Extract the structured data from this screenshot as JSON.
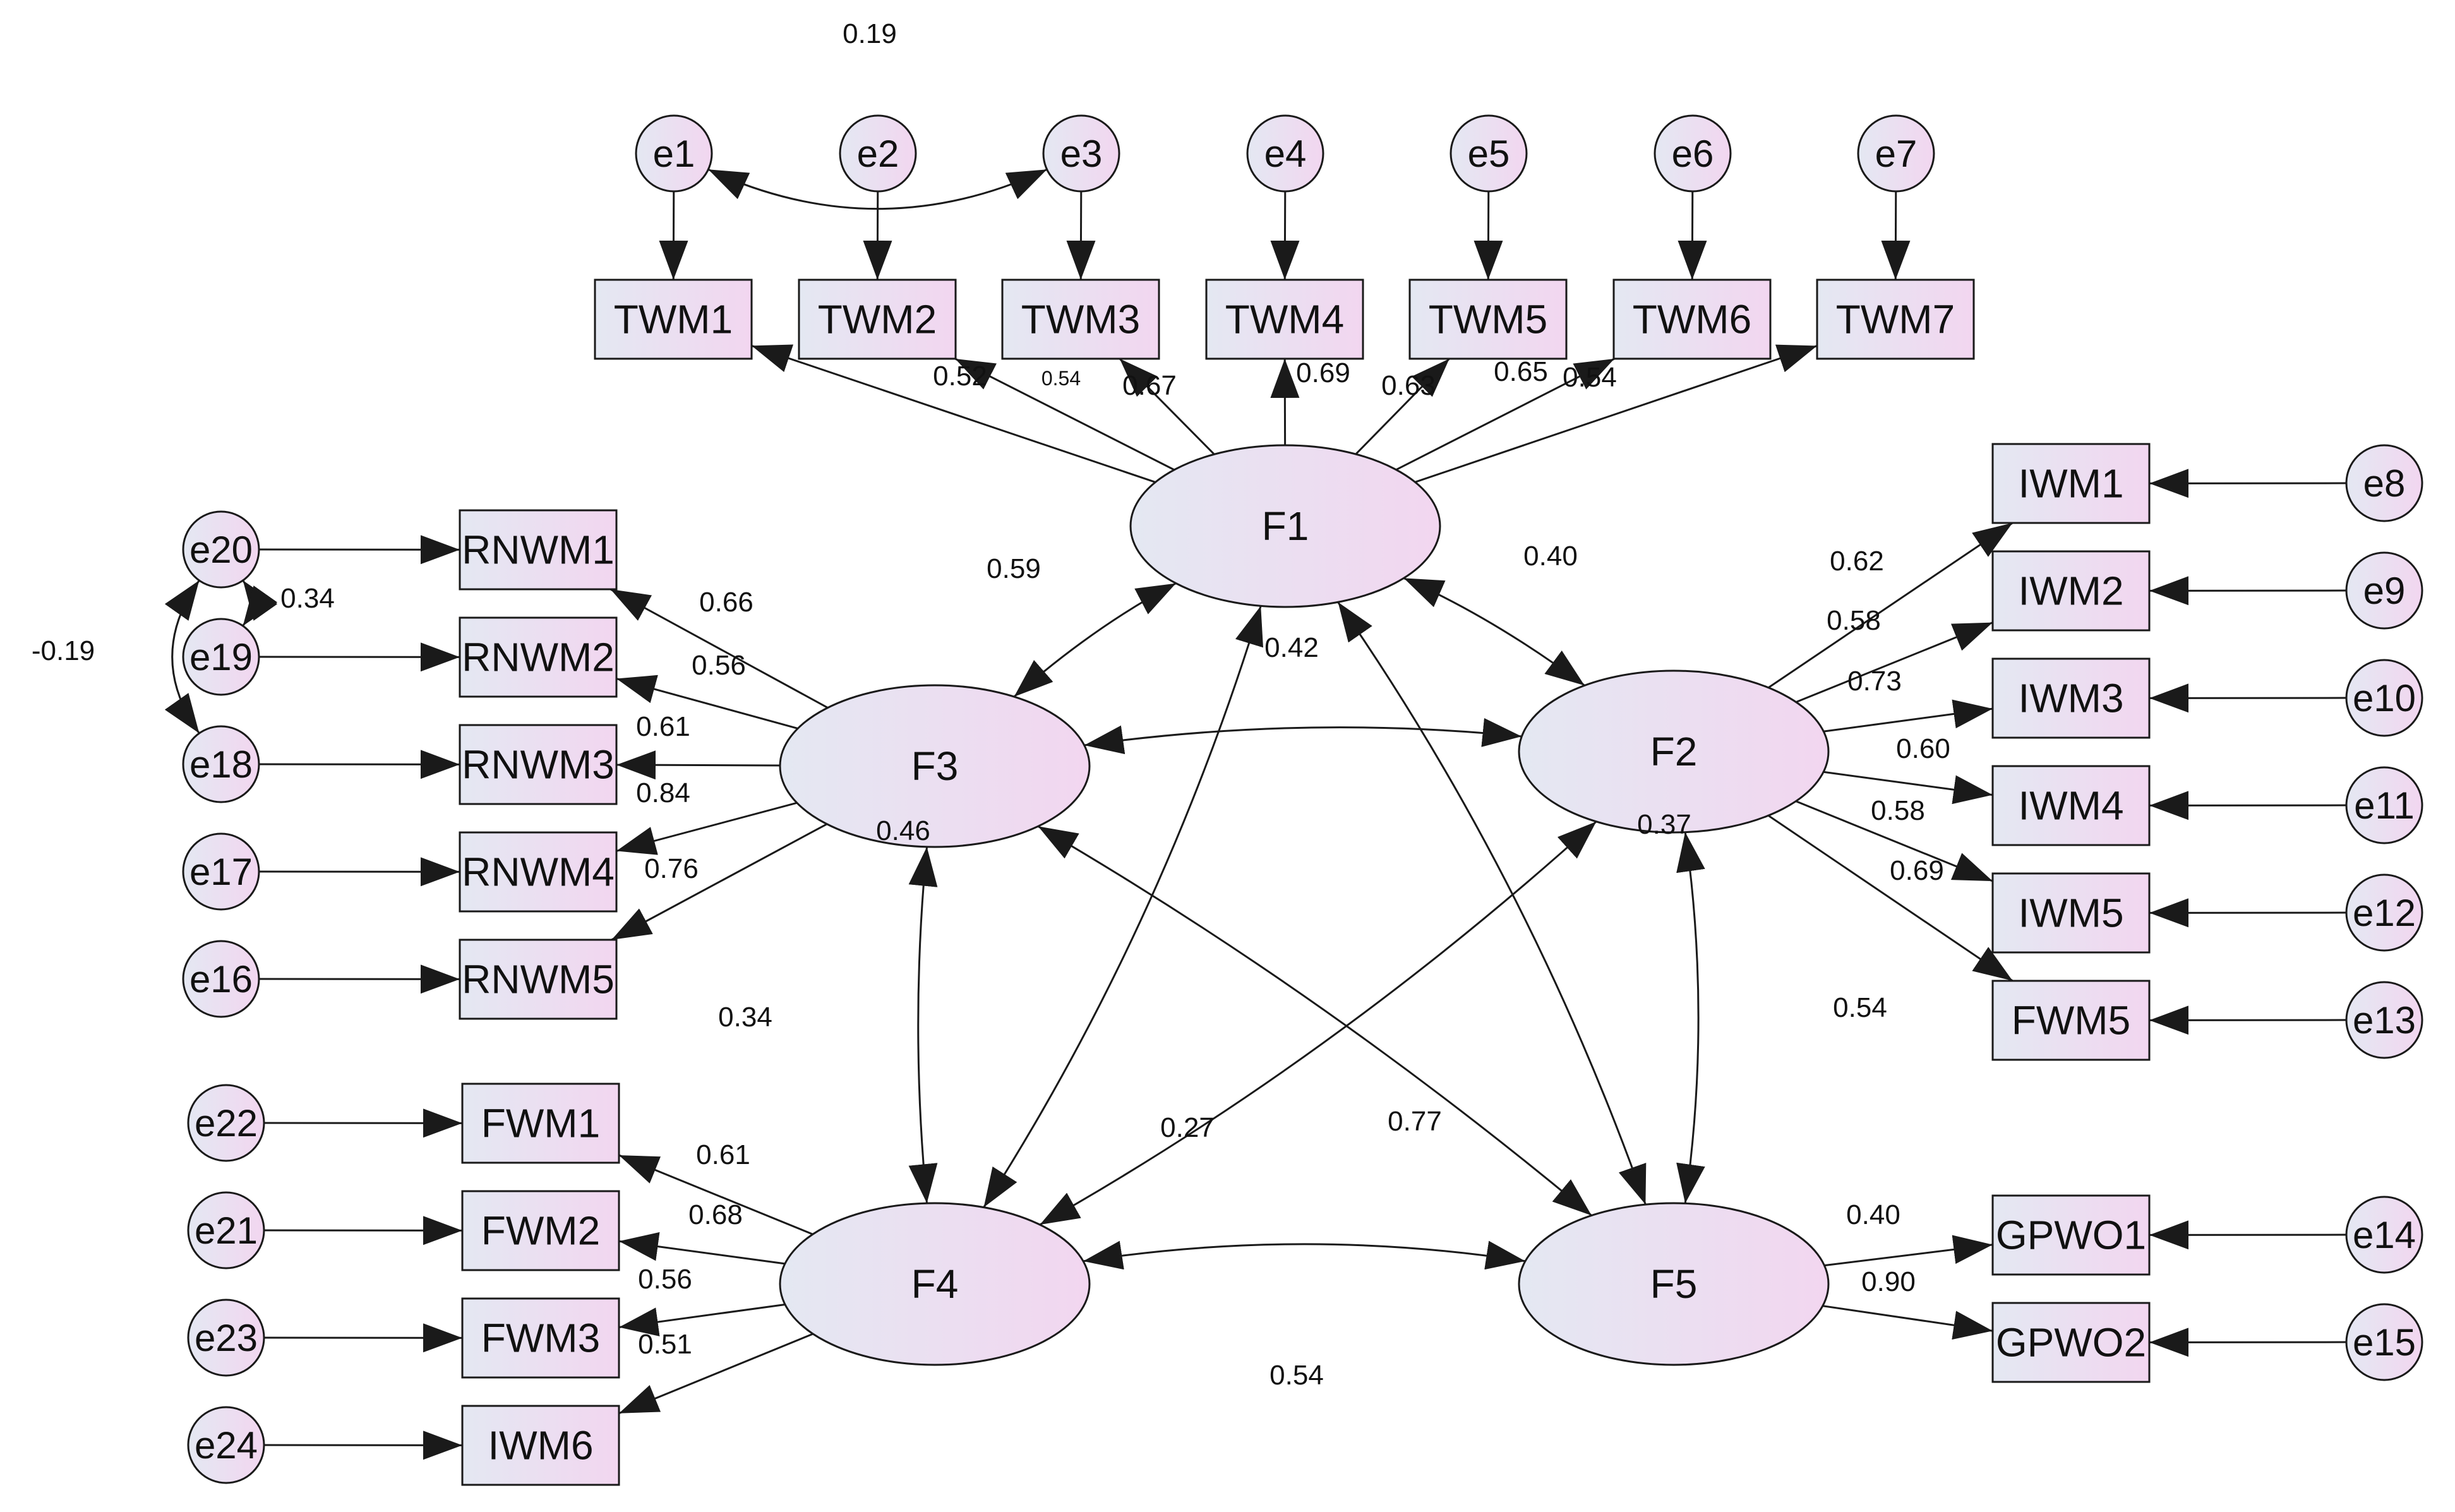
{
  "latent": [
    {
      "id": "F1",
      "label": "F1"
    },
    {
      "id": "F2",
      "label": "F2"
    },
    {
      "id": "F3",
      "label": "F3"
    },
    {
      "id": "F4",
      "label": "F4"
    },
    {
      "id": "F5",
      "label": "F5"
    }
  ],
  "observed": [
    {
      "id": "TWM1",
      "label": "TWM1"
    },
    {
      "id": "TWM2",
      "label": "TWM2"
    },
    {
      "id": "TWM3",
      "label": "TWM3"
    },
    {
      "id": "TWM4",
      "label": "TWM4"
    },
    {
      "id": "TWM5",
      "label": "TWM5"
    },
    {
      "id": "TWM6",
      "label": "TWM6"
    },
    {
      "id": "TWM7",
      "label": "TWM7"
    },
    {
      "id": "IWM1",
      "label": "IWM1"
    },
    {
      "id": "IWM2",
      "label": "IWM2"
    },
    {
      "id": "IWM3",
      "label": "IWM3"
    },
    {
      "id": "IWM4",
      "label": "IWM4"
    },
    {
      "id": "IWM5",
      "label": "IWM5"
    },
    {
      "id": "FWM5",
      "label": "FWM5"
    },
    {
      "id": "GPWO1",
      "label": "GPWO1"
    },
    {
      "id": "GPWO2",
      "label": "GPWO2"
    },
    {
      "id": "RNWM1",
      "label": "RNWM1"
    },
    {
      "id": "RNWM2",
      "label": "RNWM2"
    },
    {
      "id": "RNWM3",
      "label": "RNWM3"
    },
    {
      "id": "RNWM4",
      "label": "RNWM4"
    },
    {
      "id": "RNWM5",
      "label": "RNWM5"
    },
    {
      "id": "FWM1",
      "label": "FWM1"
    },
    {
      "id": "FWM2",
      "label": "FWM2"
    },
    {
      "id": "FWM3",
      "label": "FWM3"
    },
    {
      "id": "IWM6",
      "label": "IWM6"
    }
  ],
  "errors": [
    {
      "id": "e1",
      "label": "e1",
      "target": "TWM1"
    },
    {
      "id": "e2",
      "label": "e2",
      "target": "TWM2"
    },
    {
      "id": "e3",
      "label": "e3",
      "target": "TWM3"
    },
    {
      "id": "e4",
      "label": "e4",
      "target": "TWM4"
    },
    {
      "id": "e5",
      "label": "e5",
      "target": "TWM5"
    },
    {
      "id": "e6",
      "label": "e6",
      "target": "TWM6"
    },
    {
      "id": "e7",
      "label": "e7",
      "target": "TWM7"
    },
    {
      "id": "e8",
      "label": "e8",
      "target": "IWM1"
    },
    {
      "id": "e9",
      "label": "e9",
      "target": "IWM2"
    },
    {
      "id": "e10",
      "label": "e10",
      "target": "IWM3"
    },
    {
      "id": "e11",
      "label": "e11",
      "target": "IWM4"
    },
    {
      "id": "e12",
      "label": "e12",
      "target": "IWM5"
    },
    {
      "id": "e13",
      "label": "e13",
      "target": "FWM5"
    },
    {
      "id": "e14",
      "label": "e14",
      "target": "GPWO1"
    },
    {
      "id": "e15",
      "label": "e15",
      "target": "GPWO2"
    },
    {
      "id": "e16",
      "label": "e16",
      "target": "RNWM5"
    },
    {
      "id": "e17",
      "label": "e17",
      "target": "RNWM4"
    },
    {
      "id": "e18",
      "label": "e18",
      "target": "RNWM3"
    },
    {
      "id": "e19",
      "label": "e19",
      "target": "RNWM2"
    },
    {
      "id": "e20",
      "label": "e20",
      "target": "RNWM1"
    },
    {
      "id": "e21",
      "label": "e21",
      "target": "FWM2"
    },
    {
      "id": "e22",
      "label": "e22",
      "target": "FWM1"
    },
    {
      "id": "e23",
      "label": "e23",
      "target": "FWM3"
    },
    {
      "id": "e24",
      "label": "e24",
      "target": "IWM6"
    }
  ],
  "loadings": [
    {
      "from": "F1",
      "to": "TWM1",
      "value": "0.52"
    },
    {
      "from": "F1",
      "to": "TWM2",
      "value": "0.54"
    },
    {
      "from": "F1",
      "to": "TWM3",
      "value": "0.67"
    },
    {
      "from": "F1",
      "to": "TWM4",
      "value": "0.69"
    },
    {
      "from": "F1",
      "to": "TWM5",
      "value": "0.63"
    },
    {
      "from": "F1",
      "to": "TWM6",
      "value": "0.65"
    },
    {
      "from": "F1",
      "to": "TWM7",
      "value": "0.54"
    },
    {
      "from": "F2",
      "to": "IWM1",
      "value": "0.62"
    },
    {
      "from": "F2",
      "to": "IWM2",
      "value": "0.58"
    },
    {
      "from": "F2",
      "to": "IWM3",
      "value": "0.73"
    },
    {
      "from": "F2",
      "to": "IWM4",
      "value": "0.60"
    },
    {
      "from": "F2",
      "to": "IWM5",
      "value": "0.58"
    },
    {
      "from": "F2",
      "to": "FWM5",
      "value": "0.69"
    },
    {
      "from": "F3",
      "to": "RNWM1",
      "value": "0.66"
    },
    {
      "from": "F3",
      "to": "RNWM2",
      "value": "0.56"
    },
    {
      "from": "F3",
      "to": "RNWM3",
      "value": "0.61"
    },
    {
      "from": "F3",
      "to": "RNWM4",
      "value": "0.84"
    },
    {
      "from": "F3",
      "to": "RNWM5",
      "value": "0.76"
    },
    {
      "from": "F4",
      "to": "FWM1",
      "value": "0.61"
    },
    {
      "from": "F4",
      "to": "FWM2",
      "value": "0.68"
    },
    {
      "from": "F4",
      "to": "FWM3",
      "value": "0.56"
    },
    {
      "from": "F4",
      "to": "IWM6",
      "value": "0.51"
    },
    {
      "from": "F5",
      "to": "GPWO1",
      "value": "0.40"
    },
    {
      "from": "F5",
      "to": "GPWO2",
      "value": "0.90"
    }
  ],
  "correlations": [
    {
      "a": "F1",
      "b": "F2",
      "value": "0.40"
    },
    {
      "a": "F1",
      "b": "F3",
      "value": "0.59"
    },
    {
      "a": "F1",
      "b": "F4",
      "value": "0.46"
    },
    {
      "a": "F1",
      "b": "F5",
      "value": "0.37"
    },
    {
      "a": "F3",
      "b": "F2",
      "value": "0.42"
    },
    {
      "a": "F3",
      "b": "F4",
      "value": "0.34"
    },
    {
      "a": "F3",
      "b": "F5",
      "value": "0.27"
    },
    {
      "a": "F2",
      "b": "F4",
      "value": "0.77"
    },
    {
      "a": "F2",
      "b": "F5",
      "value": "0.54"
    },
    {
      "a": "F4",
      "b": "F5",
      "value": "0.54"
    },
    {
      "a": "e1",
      "b": "e3",
      "value": "0.19"
    },
    {
      "a": "e20",
      "b": "e19",
      "value": "0.34"
    },
    {
      "a": "e20",
      "b": "e18",
      "value": "-0.19"
    }
  ],
  "colors": {
    "fill_start": "#e4e8f2",
    "fill_end": "#f2d6f0",
    "stroke": "#1a1a1a"
  }
}
